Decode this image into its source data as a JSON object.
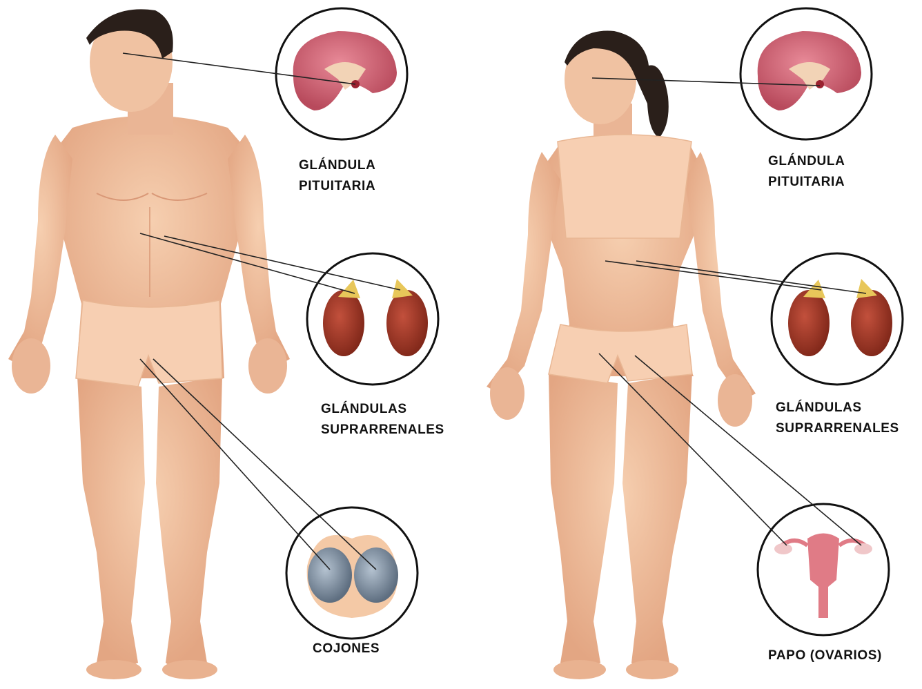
{
  "male": {
    "labels": {
      "pituitary": [
        "GLÁNDULA",
        "PITUITARIA"
      ],
      "adrenal": [
        "GLÁNDULAS",
        "SUPRARRENALES"
      ],
      "gonads": [
        "COJONES"
      ]
    }
  },
  "female": {
    "labels": {
      "pituitary": [
        "GLÁNDULA",
        "PITUITARIA"
      ],
      "adrenal": [
        "GLÁNDULAS",
        "SUPRARRENALES"
      ],
      "gonads": [
        "PAPO (OVARIOS)"
      ]
    }
  },
  "colors": {
    "skin": "#f2c2a0",
    "skin_shade": "#e3a683",
    "underwear": "#f7cfb2",
    "hair": "#2a1f1a",
    "brain": "#d46a7c",
    "kidney": "#a63a2a",
    "adrenal": "#e8c75a",
    "testis": "#8a9aab",
    "uterus": "#e07b86",
    "leader_line": "#222222"
  }
}
